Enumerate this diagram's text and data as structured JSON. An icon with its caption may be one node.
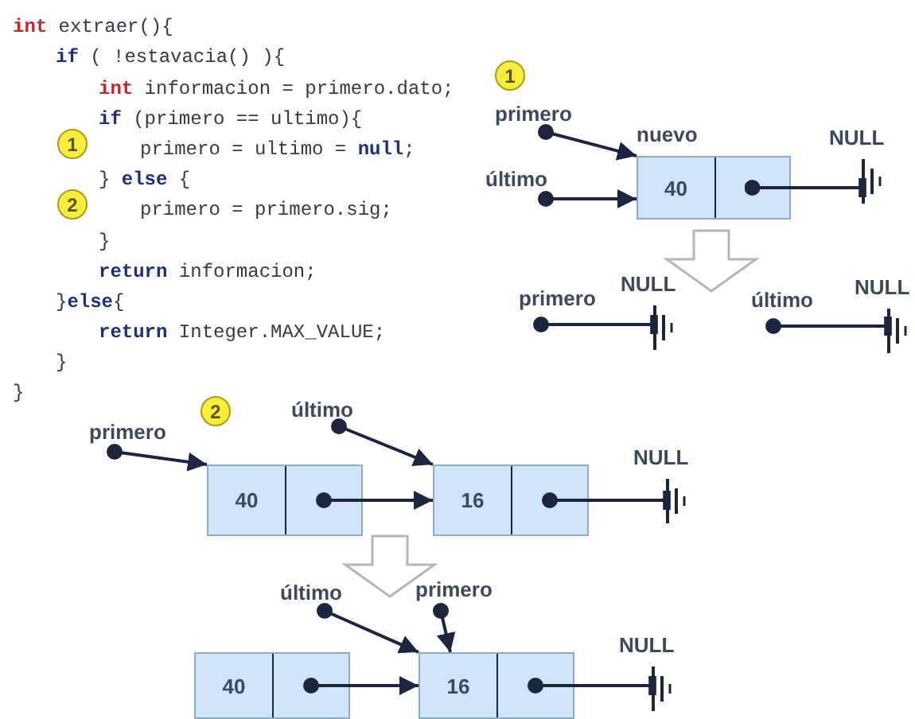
{
  "diagram": {
    "nodes": [
      {
        "text": [
          "1"
        ]
      },
      {
        "text": [
          "2"
        ]
      },
      {
        "text": [
          "1"
        ]
      },
      {
        "text": [
          "primero"
        ]
      },
      {
        "text": [
          "último"
        ]
      },
      {
        "text": [
          "40"
        ],
        "beside": [
          "nuevo"
        ]
      },
      {
        "text": [
          "NULL"
        ]
      },
      {
        "text": [
          "primero"
        ]
      },
      {
        "text": [
          "NULL"
        ]
      },
      {
        "text": [
          "último"
        ]
      },
      {
        "text": [
          "NULL"
        ]
      },
      {
        "text": [
          "2"
        ]
      },
      {
        "text": [
          "primero"
        ]
      },
      {
        "text": [
          "último"
        ]
      },
      {
        "text": [
          "40"
        ]
      },
      {
        "text": [
          "16"
        ]
      },
      {
        "text": [
          "NULL"
        ]
      },
      {
        "text": [
          "último"
        ]
      },
      {
        "text": [
          "primero"
        ]
      },
      {
        "text": [
          "40"
        ]
      },
      {
        "text": [
          "16"
        ]
      },
      {
        "text": [
          "NULL"
        ]
      }
    ],
    "edges": [
      {
        "from": 3,
        "to": 5,
        "arrow": "to"
      },
      {
        "from": 4,
        "to": 5,
        "arrow": "to"
      },
      {
        "from": 5,
        "to": 6,
        "arrow": "other"
      },
      {
        "from": 7,
        "to": 8,
        "arrow": "other"
      },
      {
        "from": 9,
        "to": 10,
        "arrow": "other"
      },
      {
        "from": 12,
        "to": 14,
        "arrow": "to"
      },
      {
        "from": 13,
        "to": 15,
        "arrow": "to"
      },
      {
        "from": 14,
        "to": 15,
        "arrow": "to"
      },
      {
        "from": 15,
        "to": 16,
        "arrow": "other"
      },
      {
        "from": 17,
        "to": 20,
        "arrow": "to"
      },
      {
        "from": 18,
        "to": 20,
        "arrow": "to"
      },
      {
        "from": 19,
        "to": 20,
        "arrow": "to"
      },
      {
        "from": 20,
        "to": 21,
        "arrow": "other"
      },
      {
        "from": 5,
        "to": null,
        "arrow": "to",
        "style": "thick"
      },
      {
        "from": 14,
        "to": null,
        "arrow": "to",
        "style": "thick"
      }
    ],
    "labels": [
      "**int** extraer(){",
      "**if** ( !estavacia() ){",
      "**int** informacion = primero.dato;",
      "**if** (primero == ultimo){",
      "primero = ultimo = **null**;",
      "} **else** {",
      "primero = primero.sig;",
      "}",
      "**return** informacion;",
      "}**else**{",
      "**return** Integer.MAX_VALUE;",
      "}",
      "}"
    ]
  }
}
